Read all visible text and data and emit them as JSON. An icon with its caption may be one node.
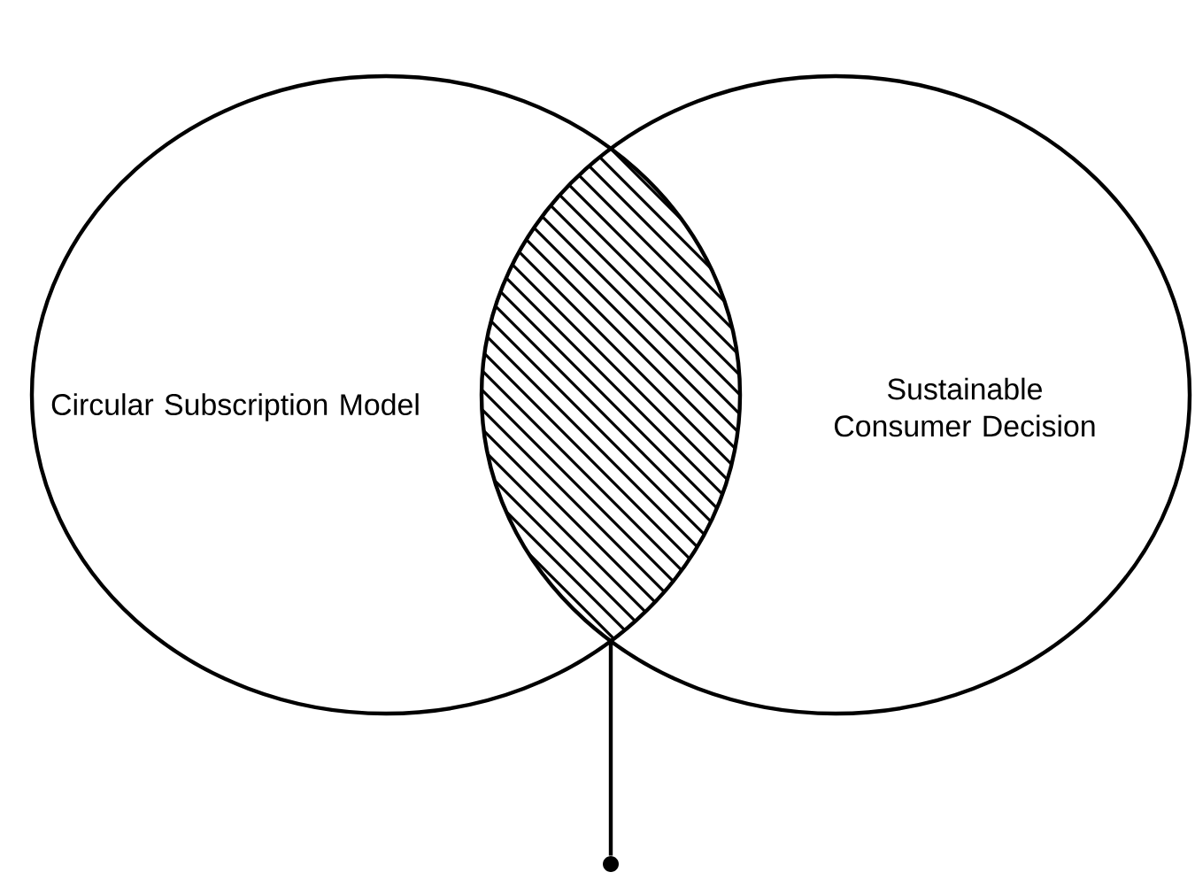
{
  "diagram": {
    "nodes": [
      {
        "text": [
          "Circular Subscription Model"
        ]
      },
      {
        "text": [
          "Sustainable Consumer Decision"
        ]
      },
      {
        "text": [],
        "shape": "lens"
      },
      {
        "text": [],
        "shape": "circle"
      }
    ],
    "edges": [
      {
        "from": 2,
        "to": 3,
        "arrow": "none"
      }
    ]
  }
}
